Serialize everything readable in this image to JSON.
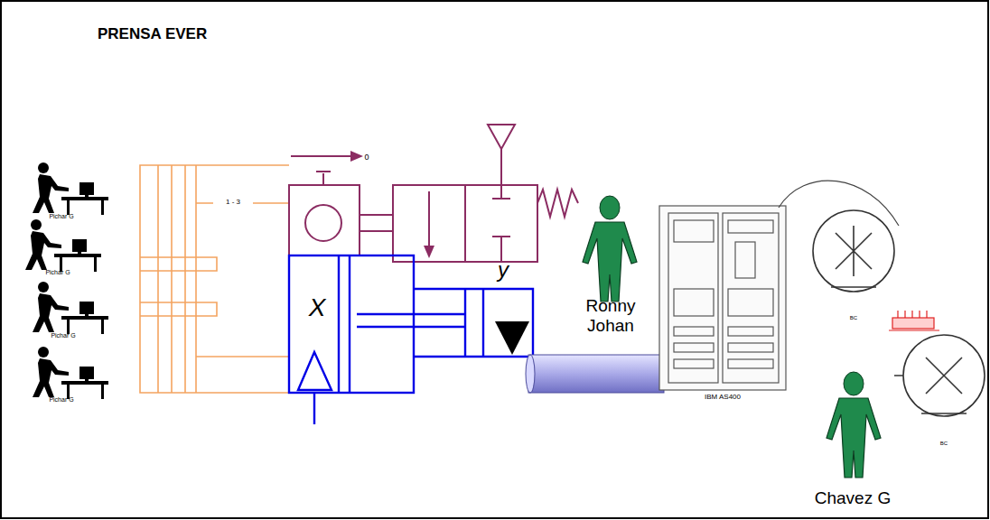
{
  "diagram": {
    "title": "PRENSA EVER",
    "nodes": [
      {
        "text": [
          "IBM AS400"
        ]
      }
    ],
    "labels": [
      "Pichar G",
      "Pichar G",
      "Pichar G",
      "Pichar G",
      "1 - 3",
      "0",
      "X",
      "y",
      "Ronny Johan",
      "BC",
      "BC",
      "Chavez G"
    ]
  }
}
